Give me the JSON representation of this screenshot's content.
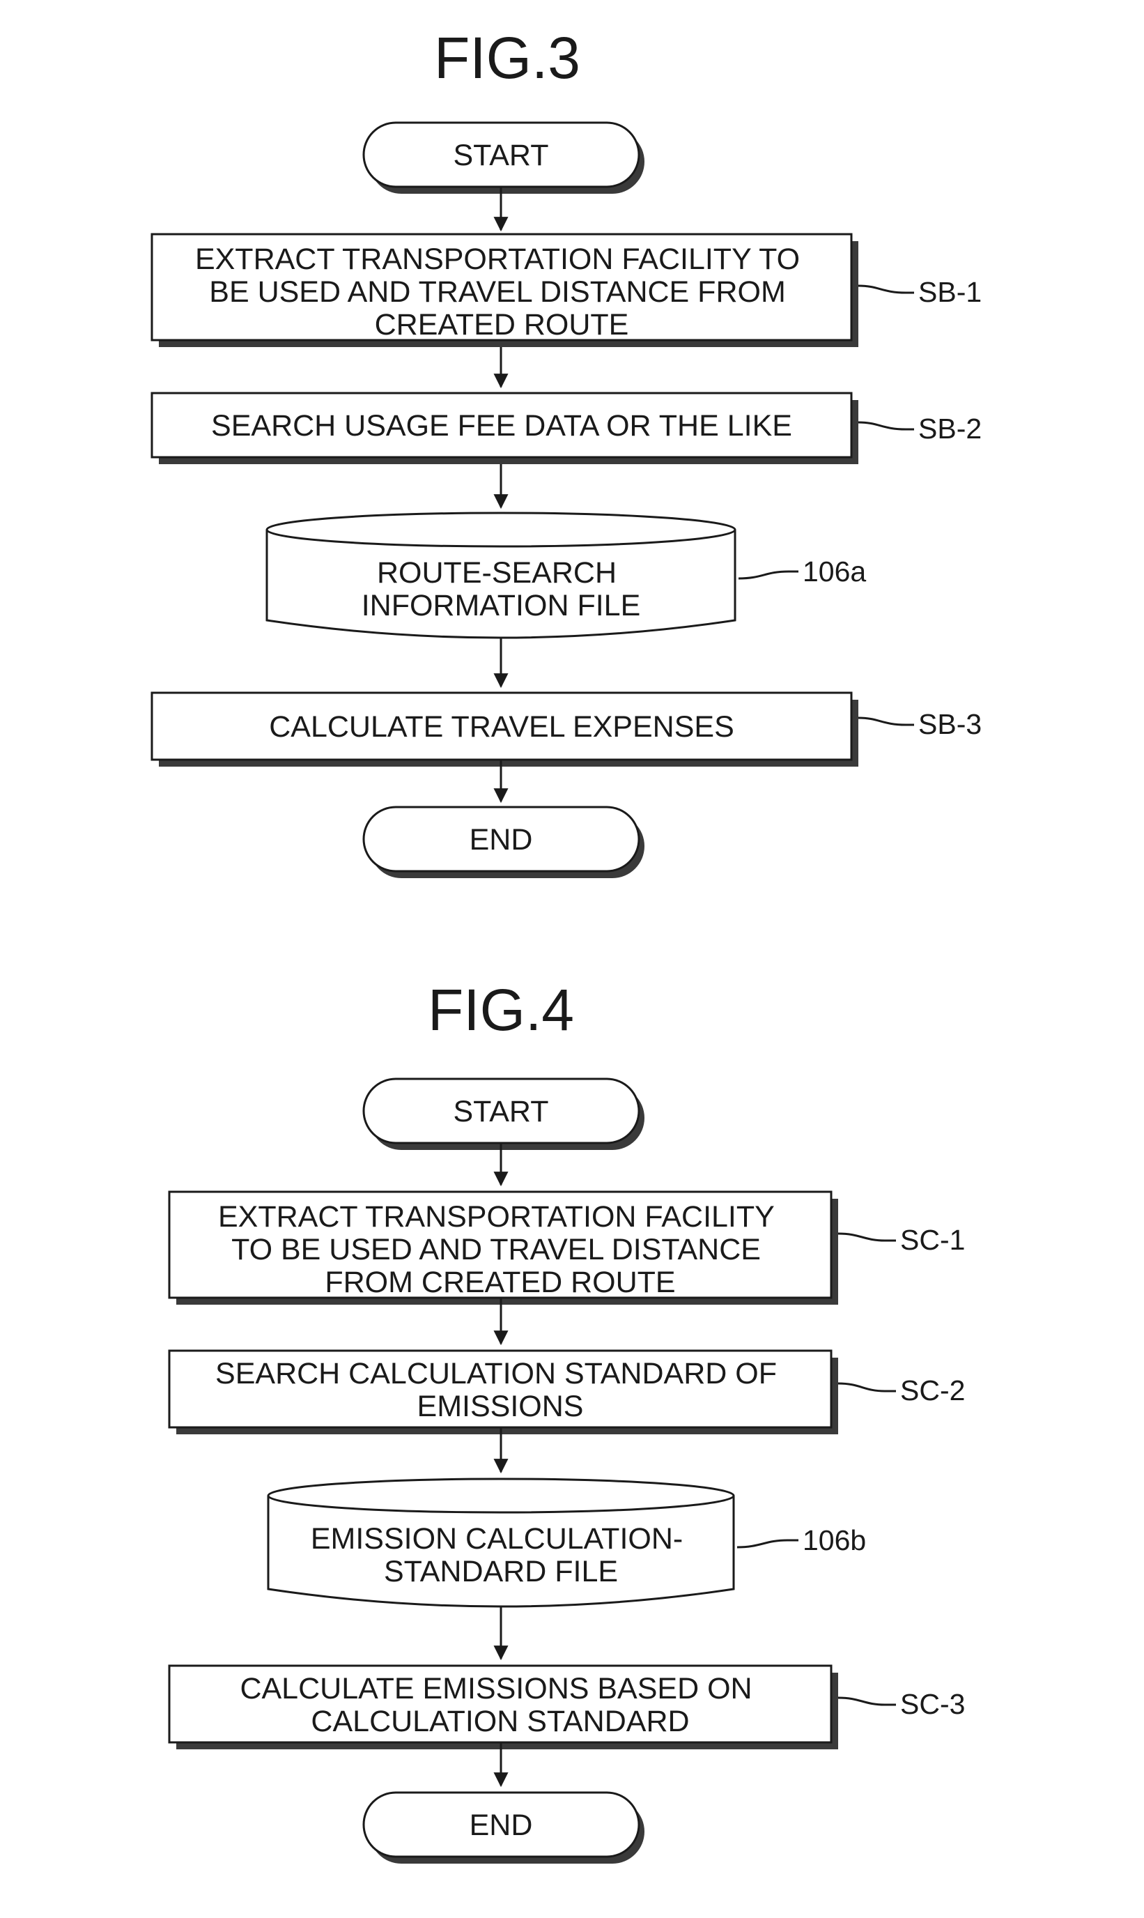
{
  "figures": [
    {
      "title": "FIG.3",
      "start": "START",
      "steps": [
        {
          "ref": "SB-1",
          "lines": [
            "EXTRACT TRANSPORTATION FACILITY TO",
            "BE USED AND TRAVEL DISTANCE FROM",
            "CREATED ROUTE"
          ]
        },
        {
          "ref": "SB-2",
          "lines": [
            "SEARCH USAGE FEE DATA OR THE LIKE"
          ]
        },
        {
          "ref": "106a",
          "shape": "database",
          "lines": [
            "ROUTE-SEARCH",
            "INFORMATION FILE"
          ]
        },
        {
          "ref": "SB-3",
          "lines": [
            "CALCULATE TRAVEL EXPENSES"
          ]
        }
      ],
      "end": "END"
    },
    {
      "title": "FIG.4",
      "start": "START",
      "steps": [
        {
          "ref": "SC-1",
          "lines": [
            "EXTRACT TRANSPORTATION FACILITY",
            "TO BE USED AND TRAVEL DISTANCE",
            "FROM CREATED ROUTE"
          ]
        },
        {
          "ref": "SC-2",
          "lines": [
            "SEARCH CALCULATION STANDARD OF",
            "EMISSIONS"
          ]
        },
        {
          "ref": "106b",
          "shape": "database",
          "lines": [
            "EMISSION CALCULATION-",
            "STANDARD FILE"
          ]
        },
        {
          "ref": "SC-3",
          "lines": [
            "CALCULATE EMISSIONS BASED ON",
            "CALCULATION STANDARD"
          ]
        }
      ],
      "end": "END"
    }
  ]
}
